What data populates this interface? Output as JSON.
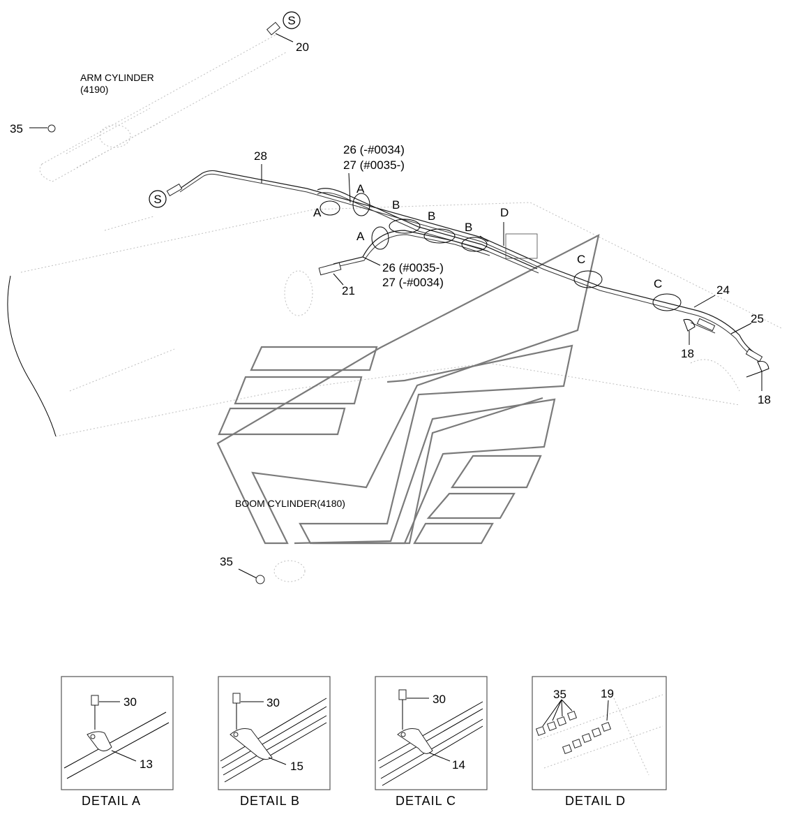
{
  "labels": {
    "arm_cylinder": "ARM CYLINDER",
    "arm_cylinder_code": "(4190)",
    "boom_cylinder": "BOOM CYLINDER(4180)",
    "s_mark": "S",
    "p20": "20",
    "p35": "35",
    "p28": "28",
    "p26a": "26 (-#0034)",
    "p27a": "27 (#0035-)",
    "p26b": "26 (#0035-)",
    "p27b": "27 (-#0034)",
    "p21": "21",
    "p24": "24",
    "p25": "25",
    "p18": "18",
    "det_a": "A",
    "det_b": "B",
    "det_c": "C",
    "det_d": "D"
  },
  "details": [
    {
      "caption": "DETAIL  A",
      "bolt": "30",
      "clamp": "13"
    },
    {
      "caption": "DETAIL  B",
      "bolt": "30",
      "clamp": "15"
    },
    {
      "caption": "DETAIL  C",
      "bolt": "30",
      "clamp": "14"
    },
    {
      "caption": "DETAIL  D",
      "fitting_a": "35",
      "fitting_b": "19"
    }
  ]
}
